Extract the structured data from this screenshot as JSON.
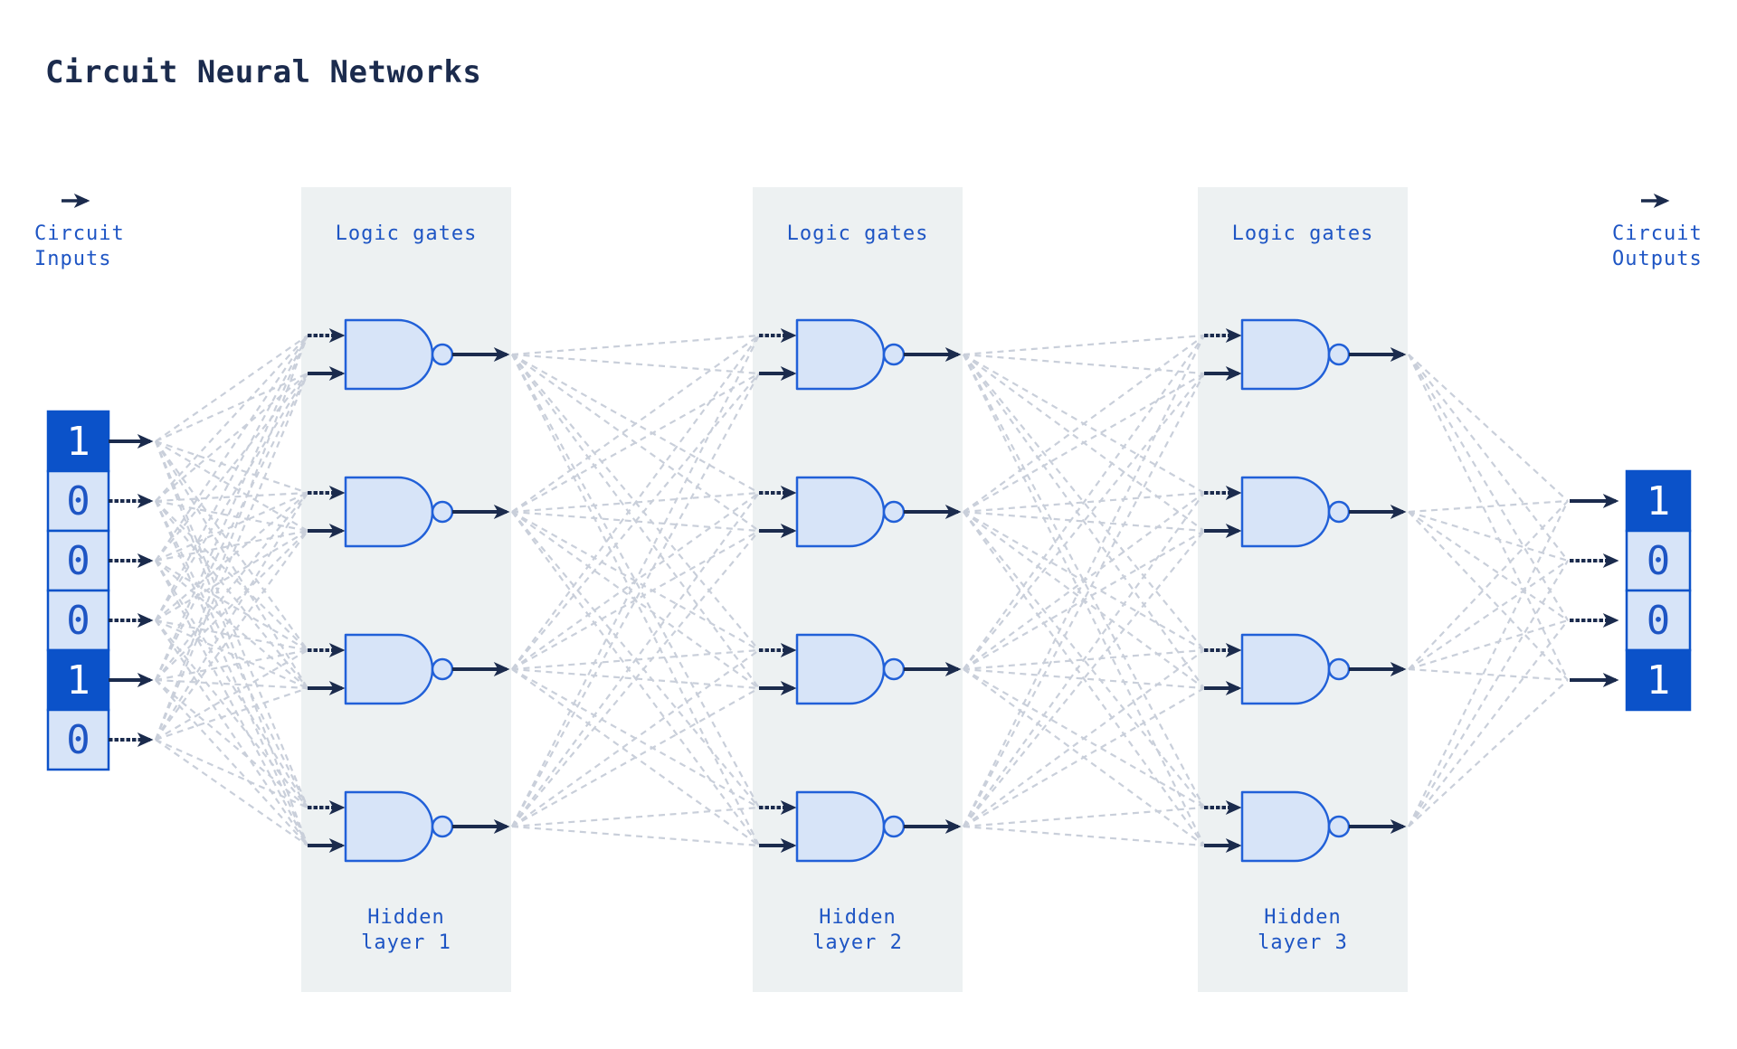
{
  "title": "Circuit Neural Networks",
  "colors": {
    "navy": "#1b2b4d",
    "label_blue": "#1e55c4",
    "gate_stroke": "#2160d8",
    "light_blue_fill": "#d7e4f8",
    "dark_blue_fill": "#0b52c9",
    "panel_bg": "#edf1f2",
    "connector_gray": "#c9cfda",
    "white": "#ffffff",
    "background": "#ffffff"
  },
  "input_block": {
    "arrow_icon": "right-arrow",
    "label_line1": "Circuit",
    "label_line2": "Inputs",
    "values": [
      "1",
      "0",
      "0",
      "0",
      "1",
      "0"
    ]
  },
  "output_block": {
    "arrow_icon": "right-arrow",
    "label_line1": "Circuit",
    "label_line2": "Outputs",
    "values": [
      "1",
      "0",
      "0",
      "1"
    ]
  },
  "layers": [
    {
      "top_label": "Logic gates",
      "bottom_label_line1": "Hidden",
      "bottom_label_line2": "layer 1",
      "gate_type": "NAND",
      "gate_count": 4
    },
    {
      "top_label": "Logic gates",
      "bottom_label_line1": "Hidden",
      "bottom_label_line2": "layer 2",
      "gate_type": "NAND",
      "gate_count": 4
    },
    {
      "top_label": "Logic gates",
      "bottom_label_line1": "Hidden",
      "bottom_label_line2": "layer 3",
      "gate_type": "NAND",
      "gate_count": 4
    }
  ]
}
